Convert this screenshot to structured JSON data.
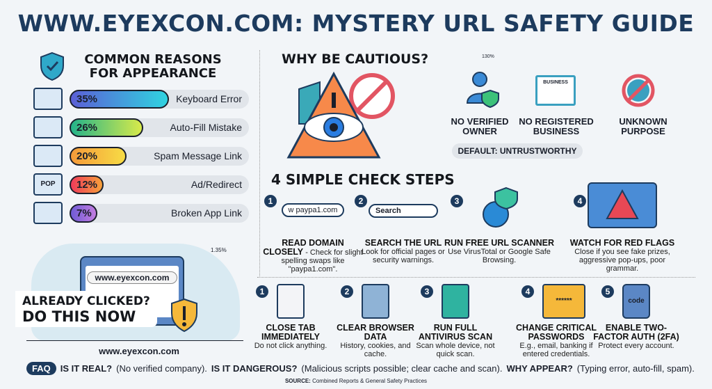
{
  "title": "WWW.EYEXCON.COM: MYSTERY URL SAFETY GUIDE",
  "reasons": {
    "heading_line1": "COMMON REASONS",
    "heading_line2": "FOR APPEARANCE",
    "items": [
      {
        "percent": "35%",
        "value": 35,
        "label": "Keyboard Error",
        "icon": "keyboard-icon",
        "gradient": [
          "#5b5fd6",
          "#2fd3e0"
        ]
      },
      {
        "percent": "26%",
        "value": 26,
        "label": "Auto-Fill Mistake",
        "icon": "autofill-window-icon",
        "gradient": [
          "#23b38a",
          "#d8ea4a"
        ]
      },
      {
        "percent": "20%",
        "value": 20,
        "label": "Spam Message Link",
        "icon": "envelope-icon",
        "gradient": [
          "#f59a3a",
          "#f7dc45"
        ]
      },
      {
        "percent": "12%",
        "value": 12,
        "label": "Ad/Redirect",
        "icon": "popup-icon",
        "icon_text": "POP",
        "gradient": [
          "#ef3b5a",
          "#f7a13a"
        ]
      },
      {
        "percent": "7%",
        "value": 7,
        "label": "Broken App Link",
        "icon": "broken-link-icon",
        "gradient": [
          "#6f5bd6",
          "#c37de0"
        ]
      }
    ]
  },
  "clicked": {
    "line1": "ALREADY CLICKED?",
    "line2": "DO THIS NOW",
    "url_bar": "www.eyexcon.com",
    "url_caption": "www.eyexcon.com",
    "stat": "1.35%"
  },
  "cautious": {
    "heading": "WHY BE CAUTIOUS?",
    "stat": "130%",
    "items": [
      {
        "line1": "NO VERIFIED",
        "line2": "OWNER",
        "icon": "user-shield-icon"
      },
      {
        "line1": "NO REGISTERED",
        "line2": "BUSINESS",
        "icon": "certificate-icon",
        "icon_text": "BUSINESS"
      },
      {
        "line1": "UNKNOWN",
        "line2": "PURPOSE",
        "icon": "prohibited-globe-icon"
      }
    ],
    "default": "DEFAULT: UNTRUSTWORTHY"
  },
  "check": {
    "heading": "4 SIMPLE CHECK STEPS",
    "steps": [
      {
        "num": "1",
        "title": "READ DOMAIN",
        "title2": "CLOSELY",
        "desc": "- Check for slight spelling swaps like \"paypa1.com\".",
        "icon_text": "w paypa1.com"
      },
      {
        "num": "2",
        "title": "SEARCH THE URL",
        "desc": "Look for official pages or security warnings.",
        "icon_text": "Search"
      },
      {
        "num": "3",
        "title": "RUN FREE URL SCANNER",
        "desc": "Use VirusTotal or Google Safe Browsing."
      },
      {
        "num": "4",
        "title": "WATCH FOR RED FLAGS",
        "desc": "Close if you see fake prizes, aggressive pop-ups, poor grammar."
      }
    ]
  },
  "actions": [
    {
      "num": "1",
      "title": "CLOSE TAB IMMEDIATELY",
      "desc": "Do not click anything.",
      "icon": "close-tab-icon"
    },
    {
      "num": "2",
      "title": "CLEAR BROWSER DATA",
      "desc": "History, cookies, and cache.",
      "icon": "trash-cookie-icon"
    },
    {
      "num": "3",
      "title": "RUN FULL ANTIVIRUS SCAN",
      "desc": "Scan whole device, not quick scan.",
      "icon": "shield-check-icon"
    },
    {
      "num": "4",
      "title": "CHANGE CRITICAL PASSWORDS",
      "desc": "E.g., email, banking if entered credentials.",
      "icon": "password-lock-icon",
      "icon_text": "******"
    },
    {
      "num": "5",
      "title": "ENABLE TWO-FACTOR AUTH (2FA)",
      "desc": "Protect every account.",
      "icon": "phone-code-icon",
      "icon_text": "code"
    }
  ],
  "faq": {
    "badge": "FAQ",
    "q1": "IS IT REAL?",
    "a1": "(No verified company).",
    "q2": "IS IT DANGEROUS?",
    "a2": "(Malicious scripts possible; clear cache and scan).",
    "q3": "WHY APPEAR?",
    "a3": "(Typing error, auto-fill, spam)."
  },
  "source": {
    "label": "SOURCE:",
    "text": "Combined Reports & General Safety Practices"
  },
  "colors": {
    "navy": "#1d3b5e",
    "accent_blue": "#2a7de1",
    "warning": "#f5a623",
    "danger": "#e84855"
  }
}
